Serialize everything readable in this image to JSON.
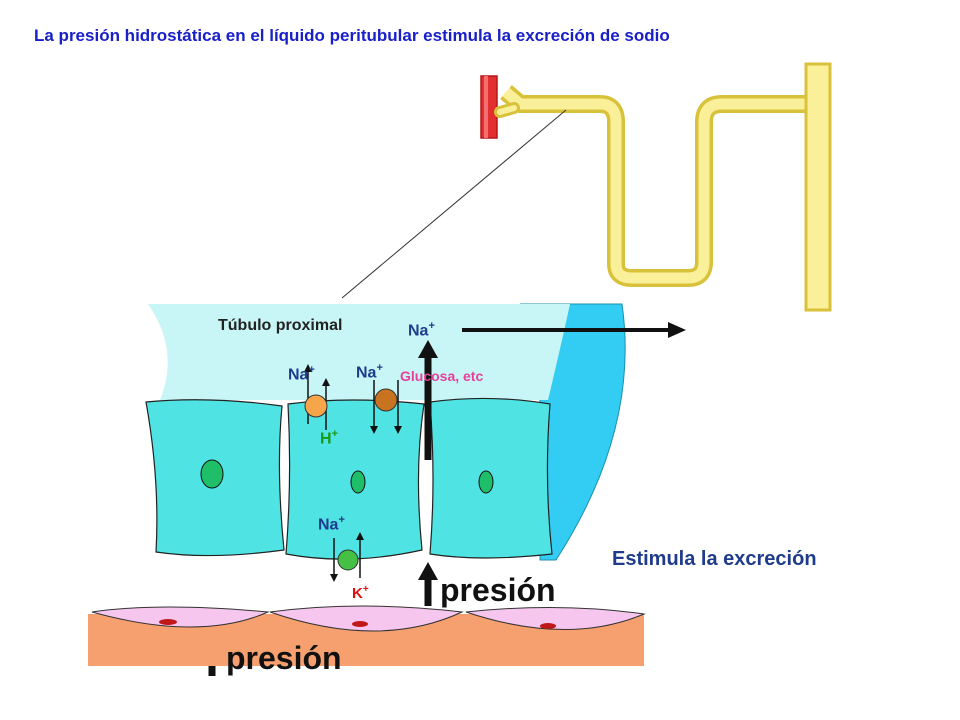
{
  "title": "La presión hidrostática en el líquido peritubular estimula la excreción de sodio",
  "labels": {
    "tubulo": "Túbulo proximal",
    "na_top": "Na",
    "na_left": "Na",
    "na_mid": "Na",
    "na_bottom": "Na",
    "plus": "+",
    "glucosa": "Glucosa, etc",
    "h": "H",
    "k": "K",
    "estimula": "Estimula la excreción",
    "presion_upper": "presión",
    "presion_lower": "presión"
  },
  "colors": {
    "title": "#1a20c8",
    "cell": "#4fe3e3",
    "lumen": "#c8f6f6",
    "peritubular": "#33ccf2",
    "tubule_tube": "#f5e66a",
    "blood": "#f6a070",
    "capillary_cell": "#f6c6ee",
    "h_ion": "#1a9a1a",
    "k_ion": "#e01010",
    "glucose": "#e8409a"
  }
}
